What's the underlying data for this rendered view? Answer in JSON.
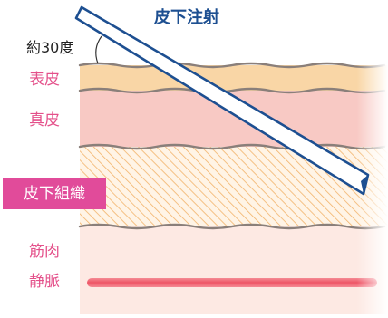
{
  "title": "皮下注射",
  "angle_label": "約30度",
  "layers": {
    "epidermis": "表皮",
    "dermis": "真皮",
    "subcutaneous": "皮下組織",
    "muscle": "筋肉",
    "vein": "静脈"
  },
  "colors": {
    "title_text": "#1d4f91",
    "layer_label_text": "#e4508a",
    "badge_bg": "#e14b9a",
    "needle_outline": "#1d4f91",
    "epidermis": "#f8d3a1",
    "dermis": "#f7c7c4",
    "subcutaneous_hatch": "#f2b36a",
    "muscle": "#fde6e0",
    "vein": "#f06473"
  }
}
